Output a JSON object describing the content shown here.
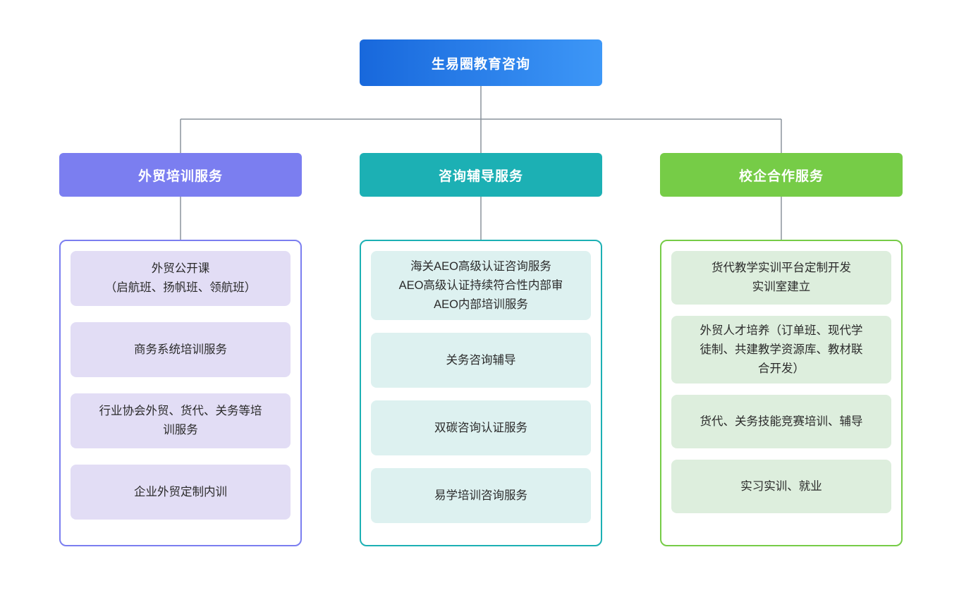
{
  "diagram": {
    "title": "生易圈教育咨询",
    "line_color": "#8a939c",
    "root": {
      "label": "生易圈教育咨询",
      "gradient_from": "#1868dc",
      "gradient_to": "#3d97f7",
      "text_color": "#ffffff"
    },
    "branches": [
      {
        "label": "外贸培训服务",
        "header_color": "#7b7ef0",
        "border_color": "#7b7ef0",
        "item_bg": "#e2ddf5",
        "items": [
          "外贸公开课\n（启航班、扬帆班、领航班）",
          "商务系统培训服务",
          "行业协会外贸、货代、关务等培\n训服务",
          "企业外贸定制内训"
        ]
      },
      {
        "label": "咨询辅导服务",
        "header_color": "#1cb0b4",
        "border_color": "#1cb0b4",
        "item_bg": "#ddf1f0",
        "items": [
          "海关AEO高级认证咨询服务\nAEO高级认证持续符合性内部审\nAEO内部培训服务",
          "关务咨询辅导",
          "双碳咨询认证服务",
          "易学培训咨询服务"
        ]
      },
      {
        "label": "校企合作服务",
        "header_color": "#76cc47",
        "border_color": "#76cc47",
        "item_bg": "#ddeedd",
        "items": [
          "货代教学实训平台定制开发\n实训室建立",
          "外贸人才培养（订单班、现代学\n徒制、共建教学资源库、教材联\n合开发）",
          "货代、关务技能竞赛培训、辅导",
          "实习实训、就业"
        ]
      }
    ]
  }
}
